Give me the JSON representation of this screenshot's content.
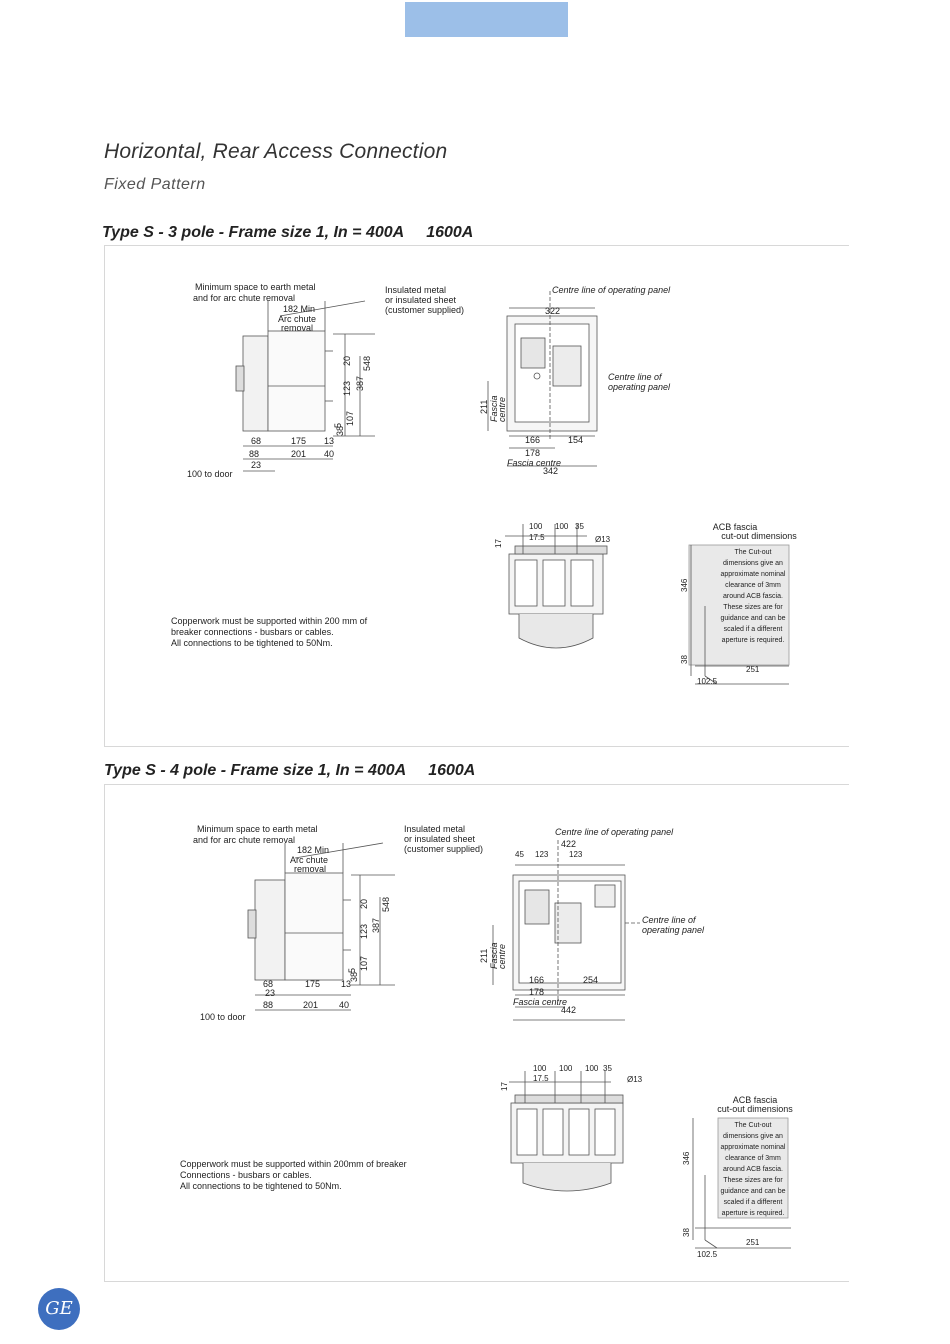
{
  "header": {
    "title": "Horizontal, Rear Access Connection",
    "subtitle": "Fixed Pattern"
  },
  "sections": [
    {
      "heading_a": "Type S - 3 pole - Frame size 1, In = 400A",
      "heading_b": "1600A",
      "side": {
        "min_space": "Minimum space to earth metal",
        "arc_chute_note": "and for arc chute removal",
        "min_182": "182 Min",
        "arc_chute": "Arc chute",
        "removal": "removal",
        "ins_metal": "Insulated metal",
        "ins_sheet": "or insulated sheet",
        "customer": "(customer  supplied)",
        "d548": "548",
        "d20": "20",
        "d387": "387",
        "d123": "123",
        "d107": "107",
        "d38": "38",
        "d5": "5",
        "d68": "68",
        "d175": "175",
        "d13": "13",
        "d88": "88",
        "d201": "201",
        "d40": "40",
        "d23": "23",
        "door": "100 to door"
      },
      "front": {
        "centre_top": "Centre line of operating panel",
        "w_top": "322",
        "centre_side_1": "Centre line of",
        "centre_side_2": "operating panel",
        "d211": "211",
        "fascia_v1": "Fascia",
        "fascia_v2": "centre",
        "d166": "166",
        "d154": "154",
        "d178": "178",
        "fascia_centre": "Fascia centre",
        "w_bottom": "342"
      },
      "rear": {
        "p100a": "100",
        "p100b": "100",
        "p35": "35",
        "p17_5": "17.5",
        "p17": "17",
        "hole": "Ø13"
      },
      "note": {
        "line1": "Copperwork must be supported within 200 mm of",
        "line2": "breaker connections - busbars or cables.",
        "line3": "All connections to be tightened to 50Nm."
      },
      "cutout": {
        "title1": "ACB fascia",
        "title2": "cut-out dimensions",
        "desc": [
          "The Cut-out",
          "dimensions give an",
          "approximate nominal",
          "clearance of 3mm",
          "around ACB fascia.",
          "These sizes are for",
          "guidance and can be",
          "scaled if a different",
          "aperture is required."
        ],
        "h346": "346",
        "h38": "38",
        "w251": "251",
        "w102_5": "102.5"
      }
    },
    {
      "heading_a": "Type S - 4 pole - Frame size 1, In = 400A",
      "heading_b": "1600A",
      "side": {
        "min_space": "Minimum space to earth metal",
        "arc_chute_note": "and for arc chute removal",
        "min_182": "182 Min",
        "arc_chute": "Arc chute",
        "removal": "removal",
        "ins_metal": "Insulated metal",
        "ins_sheet": "or insulated sheet",
        "customer": "(customer supplied)",
        "d548": "548",
        "d20": "20",
        "d387": "387",
        "d123": "123",
        "d107": "107",
        "d38": "38",
        "d5": "5",
        "d68": "68",
        "d175": "175",
        "d13": "13",
        "d88": "88",
        "d201": "201",
        "d40": "40",
        "d23": "23",
        "door": "100 to door"
      },
      "front": {
        "centre_top": "Centre line of operating panel",
        "w_top": "422",
        "p45": "45",
        "p123a": "123",
        "p123b": "123",
        "centre_side_1": "Centre line of",
        "centre_side_2": "operating panel",
        "d211": "211",
        "fascia_v1": "Fascia",
        "fascia_v2": "centre",
        "d166": "166",
        "d254": "254",
        "d178": "178",
        "fascia_centre": "Fascia centre",
        "w_bottom": "442"
      },
      "rear": {
        "p100a": "100",
        "p100b": "100",
        "p100c": "100",
        "p35": "35",
        "p17_5": "17.5",
        "p17": "17",
        "hole": "Ø13"
      },
      "note": {
        "line1": "Copperwork must be supported within 200mm of breaker",
        "line2": "Connections - busbars or cables.",
        "line3": "All connections to be tightened to 50Nm."
      },
      "cutout": {
        "title1": "ACB fascia",
        "title2": "cut-out dimensions",
        "desc": [
          "The Cut-out",
          "dimensions give an",
          "approximate nominal",
          "clearance of 3mm",
          "around ACB fascia.",
          "These sizes are for",
          "guidance and can be",
          "scaled if a different",
          "aperture is required."
        ],
        "h346": "346",
        "h38": "38",
        "w251": "251",
        "w102_5": "102.5"
      }
    }
  ],
  "footer": {
    "logo_text": "GE"
  },
  "colors": {
    "banner": "#9cbfe8",
    "logo": "#3e6fbf"
  }
}
